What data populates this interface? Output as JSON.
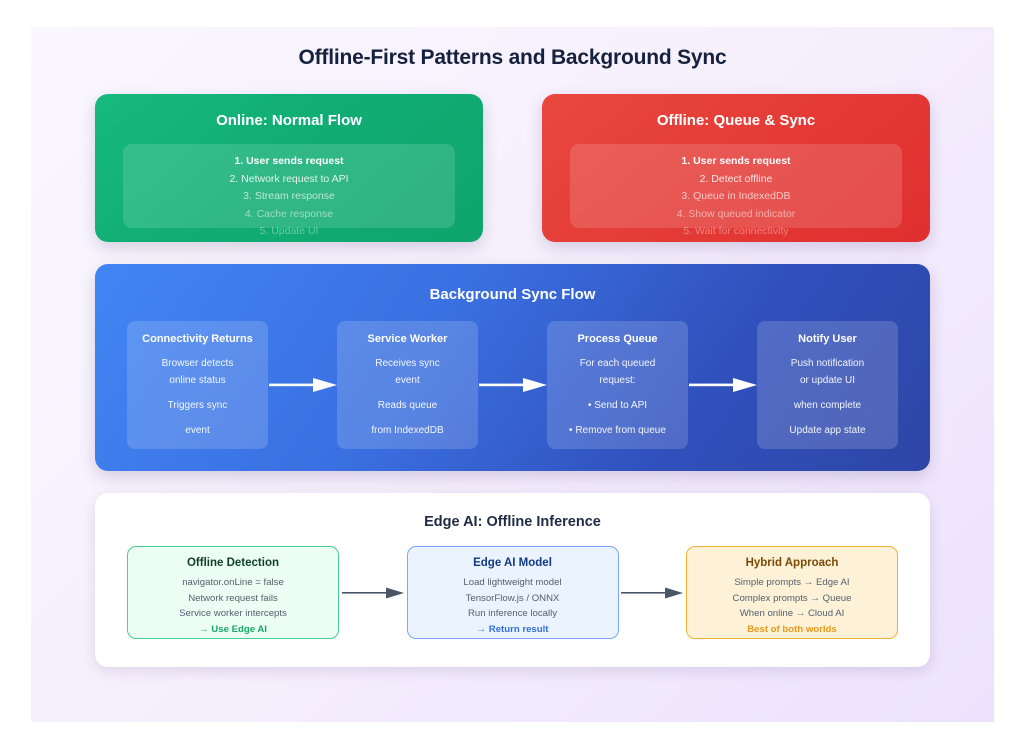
{
  "title": "Offline-First Patterns and Background Sync",
  "colors": {
    "page_bg": "#f7f1fd",
    "green": "#10ad74",
    "red": "#e43b36",
    "blue": "#3a6fe0",
    "amber": "#f0b135",
    "title_text": "#16213e"
  },
  "status_cards": [
    {
      "title": "Online: Normal Flow",
      "accent": "#10ad74",
      "steps": [
        "1. User sends request",
        "2. Network request to API",
        "3. Stream response",
        "4. Cache response",
        "5. Update UI"
      ]
    },
    {
      "title": "Offline: Queue & Sync",
      "accent": "#e43b36",
      "steps": [
        "1. User sends request",
        "2. Detect offline",
        "3. Queue in IndexedDB",
        "4. Show queued indicator",
        "5. Wait for connectivity"
      ]
    }
  ],
  "sync_flow": {
    "title": "Background Sync Flow",
    "accent": "#3a6fe0",
    "boxes": [
      {
        "title": "Connectivity Returns",
        "lines": [
          "Browser detects",
          "online status",
          "Triggers sync",
          "event"
        ],
        "gap_before_index": 2
      },
      {
        "title": "Service Worker",
        "lines": [
          "Receives sync",
          "event",
          "Reads queue",
          "from IndexedDB"
        ],
        "gap_before_index": 2
      },
      {
        "title": "Process Queue",
        "lines": [
          "For each queued",
          "request:",
          "• Send to API",
          "• Remove from queue"
        ],
        "gap_before_index": 2
      },
      {
        "title": "Notify User",
        "lines": [
          "Push notification",
          "or update UI",
          "when complete",
          "Update app state"
        ],
        "gap_before_index": 2
      }
    ],
    "arrow_color": "#ffffff"
  },
  "edge_ai": {
    "title": "Edge AI: Offline Inference",
    "arrow_color": "#4a5568",
    "boxes": [
      {
        "title": "Offline Detection",
        "variant": "green",
        "lines": [
          "navigator.onLine = false",
          "Network request fails",
          "Service worker intercepts"
        ],
        "accent_line": "→ Use Edge AI"
      },
      {
        "title": "Edge AI Model",
        "variant": "blue",
        "lines": [
          "Load lightweight model",
          "TensorFlow.js / ONNX",
          "Run inference locally"
        ],
        "accent_line": "→ Return result"
      },
      {
        "title": "Hybrid Approach",
        "variant": "amber",
        "lines": [
          "Simple prompts → Edge AI",
          "Complex prompts → Queue",
          "When online → Cloud AI"
        ],
        "accent_line": "Best of both worlds"
      }
    ]
  }
}
